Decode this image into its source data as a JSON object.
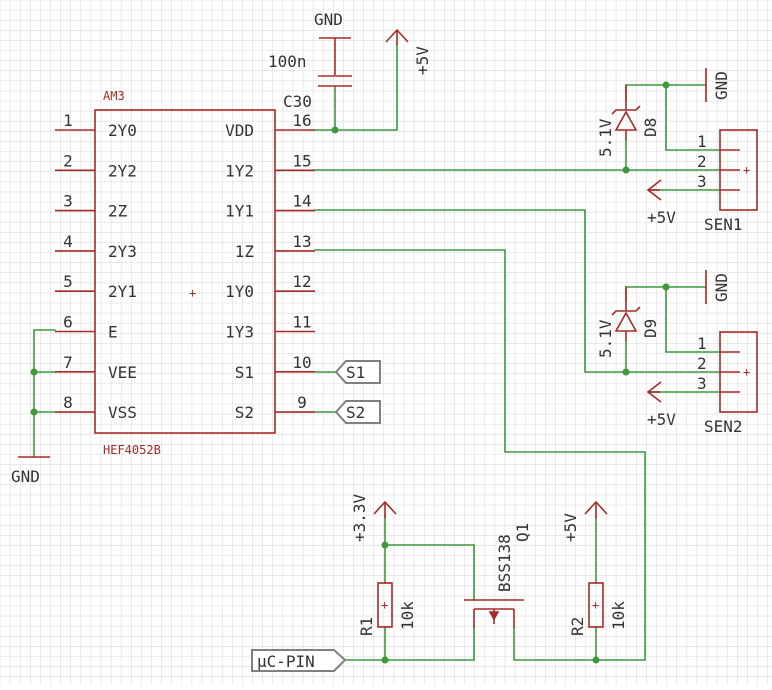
{
  "colors": {
    "grid": "#dcdcdc",
    "wire": "#3c9a3c",
    "body": "#a52a2a",
    "text": "#333333",
    "pin": "#a52a2a",
    "label_outline": "#808080"
  },
  "ic": {
    "name": "AM3",
    "value": "HEF4052B",
    "left_pins": [
      {
        "num": "1",
        "name": "2Y0"
      },
      {
        "num": "2",
        "name": "2Y2"
      },
      {
        "num": "3",
        "name": "2Z"
      },
      {
        "num": "4",
        "name": "2Y3"
      },
      {
        "num": "5",
        "name": "2Y1"
      },
      {
        "num": "6",
        "name": "E"
      },
      {
        "num": "7",
        "name": "VEE"
      },
      {
        "num": "8",
        "name": "VSS"
      }
    ],
    "right_pins": [
      {
        "num": "16",
        "name": "VDD"
      },
      {
        "num": "15",
        "name": "1Y2"
      },
      {
        "num": "14",
        "name": "1Y1"
      },
      {
        "num": "13",
        "name": "1Z"
      },
      {
        "num": "12",
        "name": "1Y0"
      },
      {
        "num": "11",
        "name": "1Y3"
      },
      {
        "num": "10",
        "name": "S1"
      },
      {
        "num": "9",
        "name": "S2"
      }
    ]
  },
  "power": {
    "gnd": "GND",
    "p5v": "+5V",
    "p33v": "+3.3V"
  },
  "capacitor": {
    "name": "C30",
    "value": "100n"
  },
  "diodes": [
    {
      "name": "D8",
      "value": "5.1V"
    },
    {
      "name": "D9",
      "value": "5.1V"
    }
  ],
  "connectors": [
    {
      "name": "SEN1",
      "pins": [
        "1",
        "2",
        "3"
      ]
    },
    {
      "name": "SEN2",
      "pins": [
        "1",
        "2",
        "3"
      ]
    }
  ],
  "net_labels": {
    "s1": "S1",
    "s2": "S2",
    "uc_pin": "µC-PIN"
  },
  "transistor": {
    "name": "Q1",
    "value": "BSS138"
  },
  "resistors": [
    {
      "name": "R1",
      "value": "10k"
    },
    {
      "name": "R2",
      "value": "10k"
    }
  ]
}
